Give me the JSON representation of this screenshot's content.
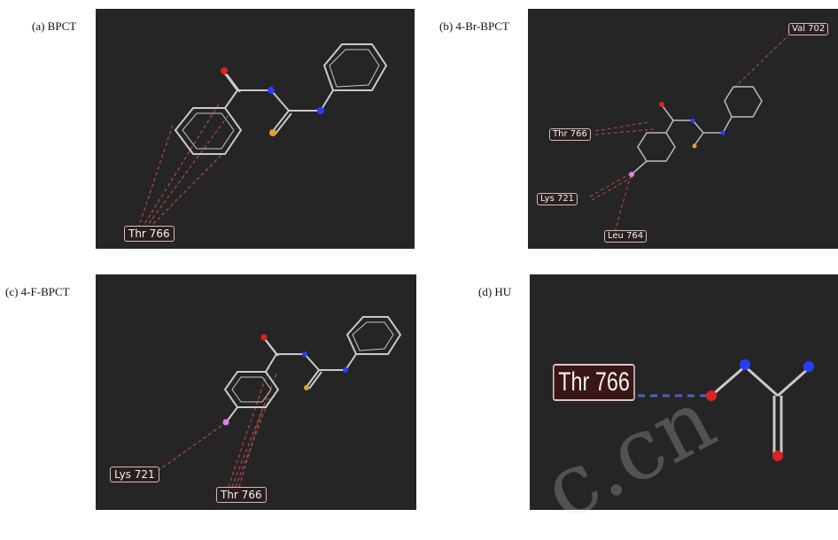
{
  "panels": [
    {
      "id": "a",
      "caption": "(a) BPCT",
      "labels": [
        "Thr 766"
      ]
    },
    {
      "id": "b",
      "caption": "(b) 4-Br-BPCT",
      "labels": [
        "Val 702",
        "Thr 766",
        "Lys 721",
        "Leu 764"
      ]
    },
    {
      "id": "c",
      "caption": "(c) 4-F-BPCT",
      "labels": [
        "Lys 721",
        "Thr 766"
      ]
    },
    {
      "id": "d",
      "caption": "(d) HU",
      "labels": [
        "Thr 766"
      ]
    }
  ],
  "watermark": "c.cn",
  "colors": {
    "panel_bg": "#252525",
    "bond": "#c9c9c9",
    "oxygen": "#e02020",
    "nitrogen": "#2a3cff",
    "sulfur": "#e0a030",
    "halogen": "#e080e0",
    "hbond": "#b04848",
    "hbond_hu": "#5060c0"
  }
}
